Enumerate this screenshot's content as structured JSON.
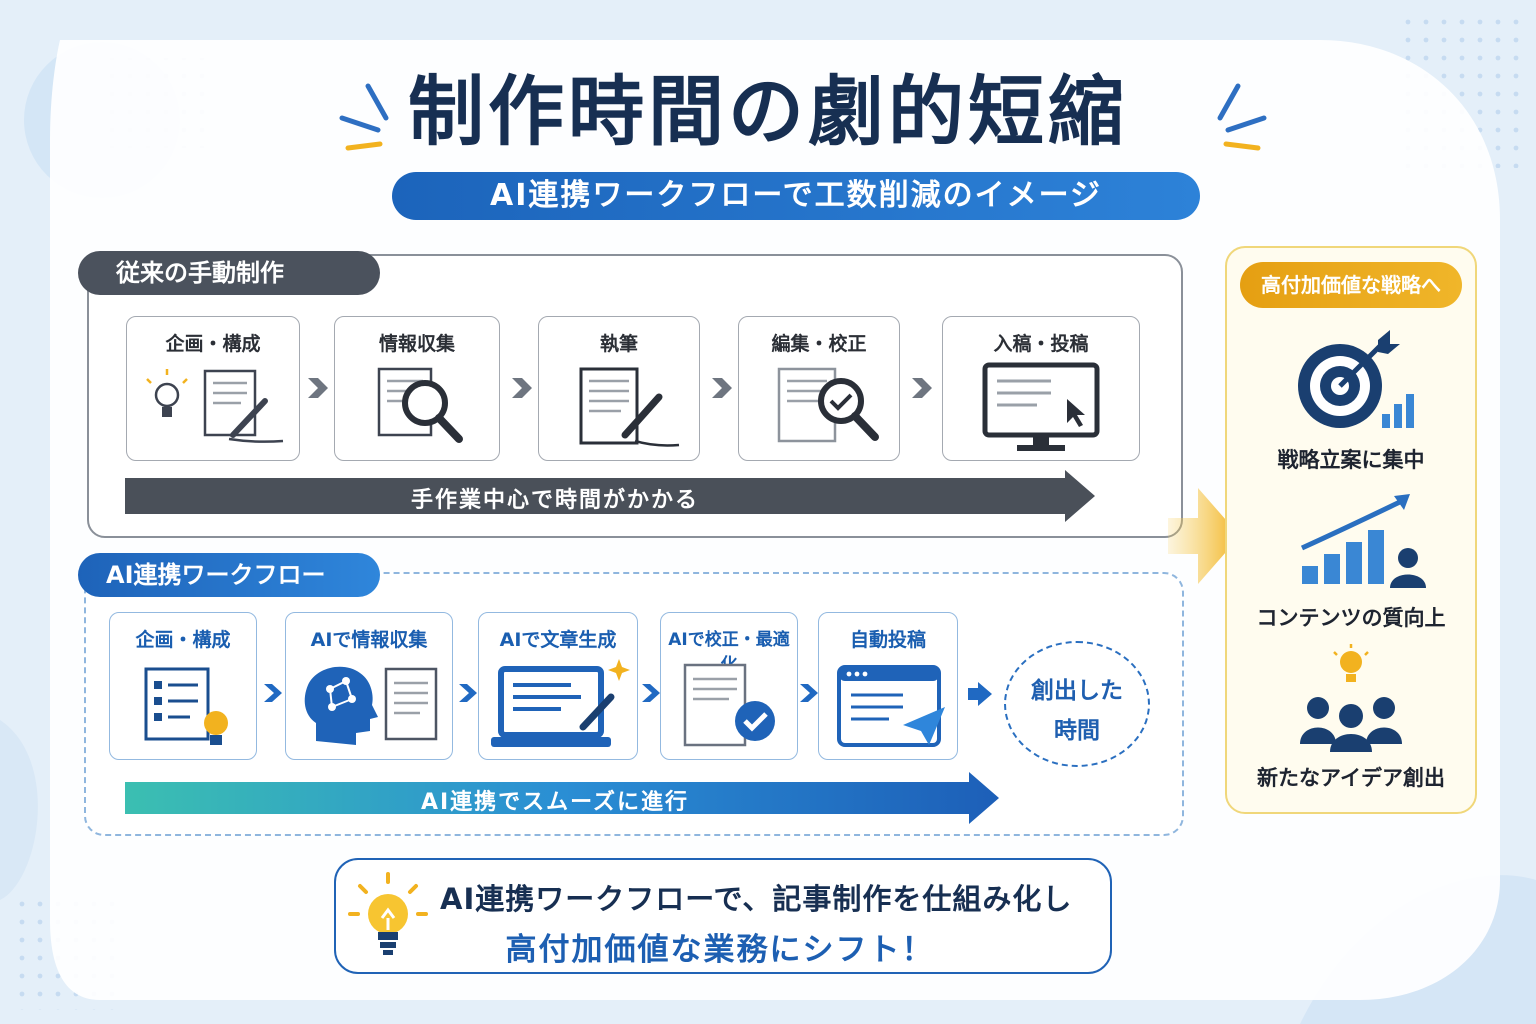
{
  "title": "制作時間の劇的短縮",
  "subtitle": "AI連携ワークフローで工数削減のイメージ",
  "manual": {
    "tab_label": "従来の手動制作",
    "steps": [
      {
        "label": "企画・構成",
        "icon": "lightbulb-document-pen-icon"
      },
      {
        "label": "情報収集",
        "icon": "document-magnifier-icon"
      },
      {
        "label": "執筆",
        "icon": "document-pen-icon"
      },
      {
        "label": "編集・校正",
        "icon": "document-check-magnifier-icon"
      },
      {
        "label": "入稿・投稿",
        "icon": "monitor-cursor-icon"
      }
    ],
    "bar_label": "手作業中心で時間がかかる"
  },
  "ai": {
    "tab_label": "AI連携ワークフロー",
    "steps": [
      {
        "label": "企画・構成",
        "icon": "checklist-lightbulb-icon"
      },
      {
        "label": "AIで情報収集",
        "icon": "ai-head-document-icon"
      },
      {
        "label": "AIで文章生成",
        "icon": "laptop-pen-icon"
      },
      {
        "label": "AIで校正・最適化",
        "icon": "document-check-icon"
      },
      {
        "label": "自動投稿",
        "icon": "browser-send-icon"
      }
    ],
    "created_line1": "創出した",
    "created_line2": "時間",
    "bar_label": "AI連携でスムーズに進行"
  },
  "right": {
    "pill": "高付加価値な戦略へ",
    "items": [
      {
        "label": "戦略立案に集中",
        "icon": "target-arrow-chart-icon"
      },
      {
        "label": "コンテンツの質向上",
        "icon": "growth-chart-person-icon"
      },
      {
        "label": "新たなアイデア創出",
        "icon": "team-lightbulb-icon"
      }
    ]
  },
  "bottom": {
    "line1": "AI連携ワークフローで、記事制作を仕組み化し",
    "line2": "高付加価値な業務にシフト！"
  },
  "colors": {
    "navy": "#172f52",
    "blue": "#2064b8",
    "gray_dark": "#4b525d",
    "gold": "#f2b21f",
    "teal": "#3bbfb1"
  }
}
